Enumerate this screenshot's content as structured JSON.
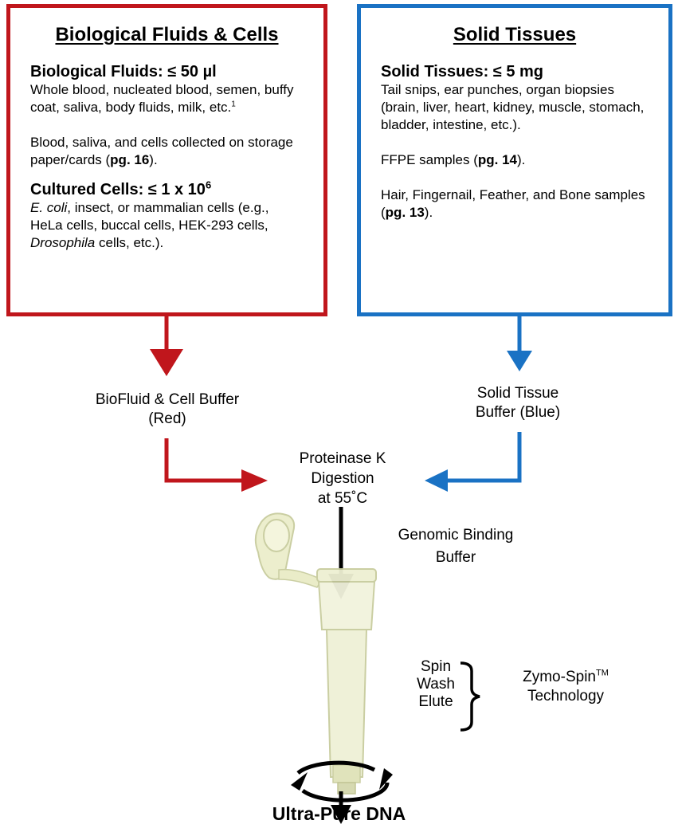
{
  "left_box": {
    "title": "Biological Fluids & Cells",
    "fluids_heading": "Biological Fluids: ≤ 50 µl",
    "fluids_text": "Whole blood, nucleated blood, semen, buffy coat, saliva, body fluids, milk, etc.",
    "fluids_footnote": "1",
    "paper_text_before": "Blood, saliva, and cells collected on storage paper/cards (",
    "paper_page": "pg. 16",
    "paper_text_after": ").",
    "cells_heading_prefix": "Cultured Cells: ≤ 1 x 10",
    "cells_heading_exp": "6",
    "cells_ecoli": "E. coli",
    "cells_text_1": ", insect, or mammalian cells (e.g., HeLa cells, buccal cells, HEK-293 cells, ",
    "cells_drosophila": "Drosophila",
    "cells_text_2": " cells, etc.)."
  },
  "right_box": {
    "title": "Solid Tissues",
    "tissue_heading": "Solid Tissues: ≤ 5 mg",
    "tissue_text": "Tail snips, ear punches, organ biopsies (brain, liver, heart, kidney, muscle, stomach, bladder, intestine, etc.).",
    "ffpe_before": "FFPE samples (",
    "ffpe_page": "pg. 14",
    "ffpe_after": ").",
    "hair_before": "Hair, Fingernail, Feather, and Bone samples (",
    "hair_page": "pg. 13",
    "hair_after": ")."
  },
  "flow": {
    "red_buffer_line1": "BioFluid & Cell Buffer",
    "red_buffer_line2": "(Red)",
    "blue_buffer_line1": "Solid Tissue",
    "blue_buffer_line2": "Buffer (Blue)",
    "digestion_line1": "Proteinase K",
    "digestion_line2": "Digestion",
    "digestion_line3": "at 55˚C",
    "binding_line1": "Genomic Binding",
    "binding_line2": "Buffer",
    "step_spin": "Spin",
    "step_wash": "Wash",
    "step_elute": "Elute",
    "tech_name": "Zymo-Spin",
    "tech_tm": "TM",
    "tech_line2": "Technology",
    "final_output": "Ultra-Pure DNA"
  },
  "colors": {
    "red": "#c0161c",
    "blue": "#1a72c4",
    "black": "#000000"
  }
}
